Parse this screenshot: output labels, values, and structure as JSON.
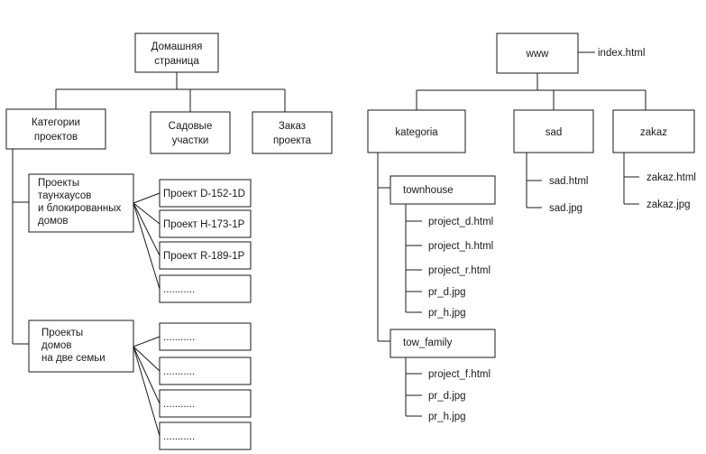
{
  "left_tree": {
    "root": [
      "Домашняя",
      "страница"
    ],
    "categories": [
      "Категории",
      "проектов"
    ],
    "garden": [
      "Садовые",
      "участки"
    ],
    "order": [
      "Заказ",
      "проекта"
    ],
    "townhouse_group": [
      "Проекты",
      "таунхаусов",
      "и блокированных",
      "домов"
    ],
    "townhouse_projects": [
      "Проект D-152-1D",
      "Проект H-173-1P",
      "Проект R-189-1P",
      "..........."
    ],
    "duplex_group": [
      "Проекты",
      "домов",
      "на две семьи"
    ],
    "duplex_projects": [
      "...........",
      "...........",
      "...........",
      "..........."
    ]
  },
  "right_tree": {
    "root": "www",
    "root_file": "index.html",
    "kategoria": "kategoria",
    "sad": "sad",
    "zakaz": "zakaz",
    "sad_files": [
      "sad.html",
      "sad.jpg"
    ],
    "zakaz_files": [
      "zakaz.html",
      "zakaz.jpg"
    ],
    "townhouse": "townhouse",
    "townhouse_files": [
      "project_d.html",
      "project_h.html",
      "project_r.html",
      "pr_d.jpg",
      "pr_h.jpg"
    ],
    "tow_family": "tow_family",
    "tow_family_files": [
      "project_f.html",
      "pr_d.jpg",
      "pr_h.jpg"
    ]
  }
}
